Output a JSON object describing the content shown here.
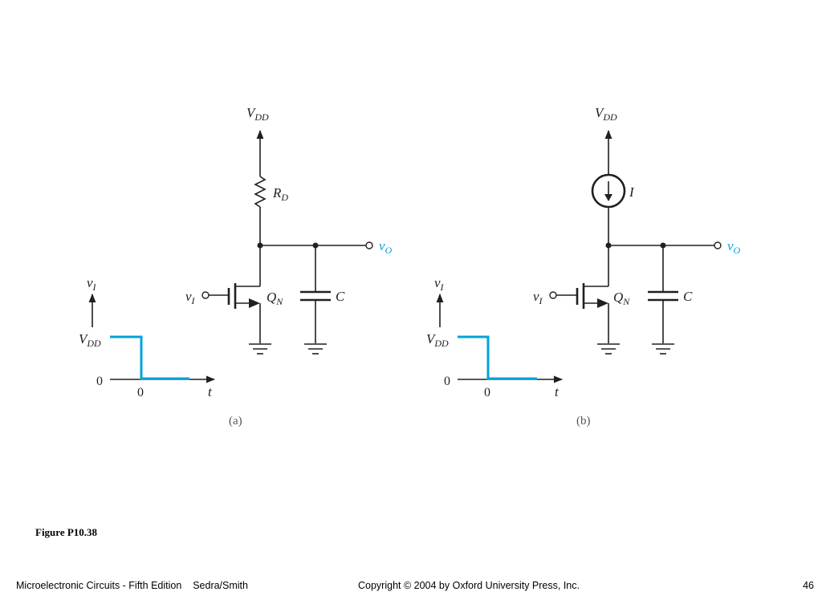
{
  "figure": {
    "caption": "Figure P10.38",
    "panels": [
      {
        "id": "a",
        "caption": "(a)",
        "supply_label": "V",
        "supply_sub": "DD",
        "load_label": "R",
        "load_sub": "D",
        "input_label": "v",
        "input_sub": "I",
        "transistor_label": "Q",
        "transistor_sub": "N",
        "capacitor_label": "C",
        "output_label": "v",
        "output_sub": "O"
      },
      {
        "id": "b",
        "caption": "(b)",
        "supply_label": "V",
        "supply_sub": "DD",
        "load_label": "I",
        "input_label": "v",
        "input_sub": "I",
        "transistor_label": "Q",
        "transistor_sub": "N",
        "capacitor_label": "C",
        "output_label": "v",
        "output_sub": "O"
      }
    ],
    "waveform": {
      "y_axis_label": "v",
      "y_axis_sub": "I",
      "high_label": "V",
      "high_sub": "DD",
      "zero_label": "0",
      "origin_label": "0",
      "x_axis_label": "t",
      "signal_color": "#00a3d9"
    }
  },
  "footer": {
    "left": "Microelectronic Circuits - Fifth Edition    Sedra/Smith",
    "middle": "Copyright © 2004 by Oxford University Press, Inc.",
    "page_number": "46"
  }
}
